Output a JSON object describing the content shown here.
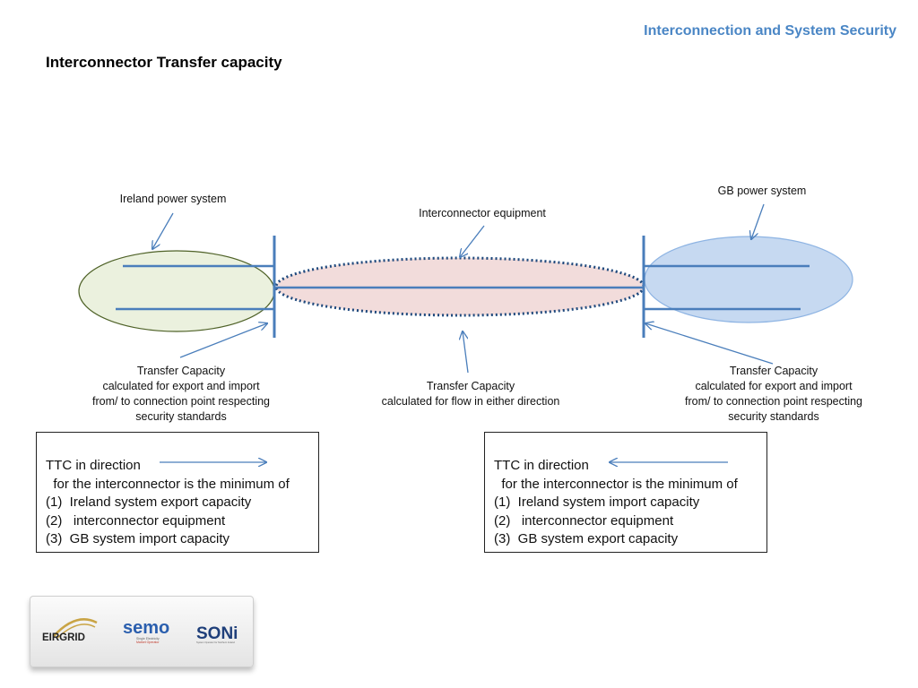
{
  "header": {
    "section_title": "Interconnection and System Security"
  },
  "page": {
    "title": "Interconnector Transfer capacity"
  },
  "diagram": {
    "labels": {
      "ireland": "Ireland power system",
      "gb": "GB power system",
      "equipment": "Interconnector equipment",
      "left_tc": [
        "Transfer Capacity",
        "calculated for export and import",
        "from/ to connection point respecting",
        "security standards"
      ],
      "center_tc": [
        "Transfer Capacity",
        "calculated for flow in either direction"
      ],
      "right_tc": [
        "Transfer Capacity",
        "calculated for export and import",
        "from/ to connection point respecting",
        "security standards"
      ]
    },
    "colors": {
      "ireland_fill": "#ebf1de",
      "ireland_stroke": "#4f6228",
      "interconnector_fill": "#f2dcdb",
      "interconnector_stroke": "#1f497d",
      "gb_fill": "#c6d9f1",
      "gb_stroke": "#8eb4e3",
      "line": "#4a7ebb"
    }
  },
  "boxes": [
    {
      "lead": "TTC  in direction",
      "arrow_direction": "right",
      "lines": [
        "  for the interconnector is the minimum of",
        "(1)  Ireland system export capacity",
        "(2)   interconnector equipment",
        "(3)  GB system import capacity"
      ]
    },
    {
      "lead": "TTC  in direction",
      "arrow_direction": "left",
      "lines": [
        "  for the interconnector is the minimum of",
        "(1)  Ireland system import capacity",
        "(2)   interconnector equipment",
        "(3)  GB system export capacity"
      ]
    }
  ],
  "logos": {
    "eirgrid": "EIRGRID",
    "semo": "semo",
    "semo_sub": [
      "Single Electricity",
      "Market Operator"
    ],
    "soni": "SONi",
    "soni_sub": "System Operator for Northern Ireland"
  }
}
